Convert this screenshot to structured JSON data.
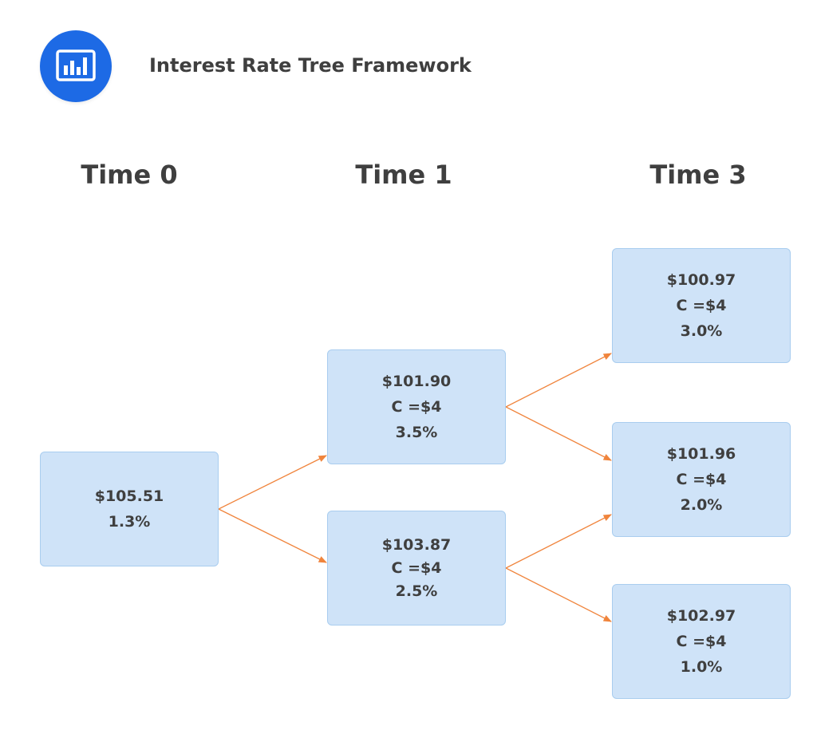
{
  "header": {
    "title": "Interest Rate Tree Framework",
    "logo_icon": "bar-chart-icon",
    "logo_color": "#1d6ae5"
  },
  "columns": [
    "Time 0",
    "Time 1",
    "Time 3"
  ],
  "colors": {
    "node_fill": "#cfe3f8",
    "node_border": "#a9cdef",
    "edge": "#f0843c",
    "text": "#3f3f3f"
  },
  "nodes": {
    "t0": {
      "price": "$105.51",
      "rate": "1.3%"
    },
    "t1_up": {
      "price": "$101.90",
      "coupon": "C =$4",
      "rate": "3.5%"
    },
    "t1_down": {
      "price": "$103.87",
      "coupon": "C =$4",
      "rate": "2.5%"
    },
    "t3_uu": {
      "price": "$100.97",
      "coupon": "C =$4",
      "rate": "3.0%"
    },
    "t3_ud": {
      "price": "$101.96",
      "coupon": "C =$4",
      "rate": "2.0%"
    },
    "t3_dd": {
      "price": "$102.97",
      "coupon": "C =$4",
      "rate": "1.0%"
    }
  },
  "edges": [
    [
      "t0",
      "t1_up"
    ],
    [
      "t0",
      "t1_down"
    ],
    [
      "t1_up",
      "t3_uu"
    ],
    [
      "t1_up",
      "t3_ud"
    ],
    [
      "t1_down",
      "t3_ud"
    ],
    [
      "t1_down",
      "t3_dd"
    ]
  ]
}
